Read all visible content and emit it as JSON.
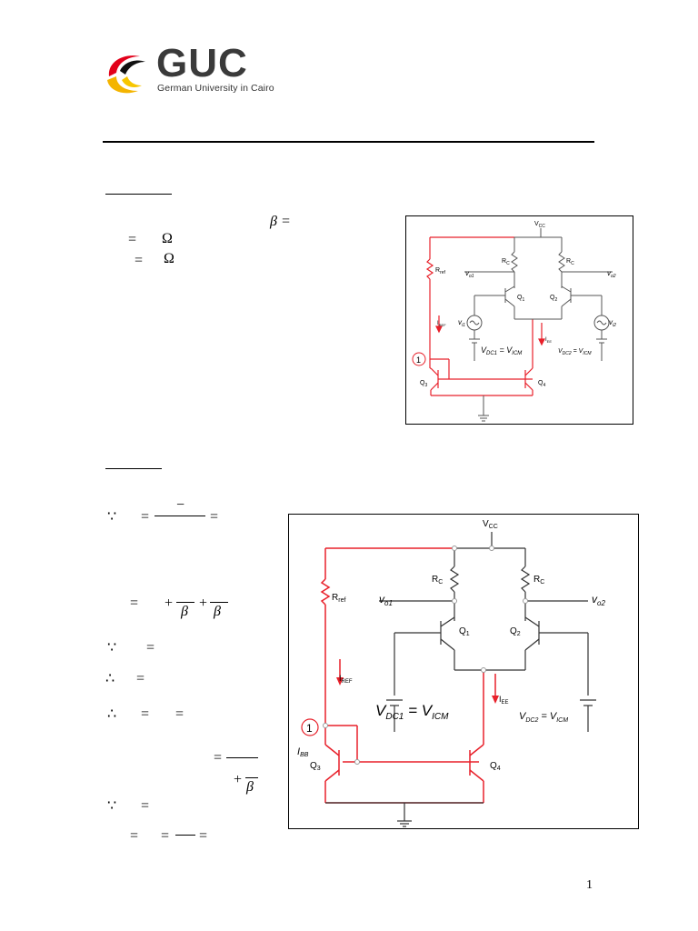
{
  "header": {
    "logo_text": "GUC",
    "logo_subtitle": "German University in Cairo"
  },
  "problem_section": {
    "beta_eq": "β =",
    "eq1": "=",
    "ohm1": "Ω",
    "eq2": "=",
    "ohm2": "Ω"
  },
  "solution_section": {
    "because1": "∵",
    "eq_a": "=",
    "minus": "−",
    "eq_b": "=",
    "eq_c": "=",
    "plus1": "+",
    "beta1": "β",
    "plus2": "+",
    "beta2": "β",
    "because2": "∵",
    "eq_d": "=",
    "therefore1": "∴",
    "eq_e": "=",
    "therefore2": "∴",
    "eq_f": "=",
    "eq_g": "=",
    "eq_h": "=",
    "plus3": "+",
    "beta3": "β",
    "because3": "∵",
    "eq_i": "=",
    "eq_j": "=",
    "eq_k": "=",
    "eq_l": "="
  },
  "circuit_small": {
    "vcc": "V",
    "vcc_sub": "CC",
    "rref": "R",
    "rref_sub": "ref",
    "rc1": "R",
    "rc1_sub": "C",
    "rc2": "R",
    "rc2_sub": "C",
    "vo1": "v",
    "vo1_sub": "o1",
    "vo2": "v",
    "vo2_sub": "o2",
    "q1": "Q",
    "q1_sub": "1",
    "q2": "Q",
    "q2_sub": "2",
    "q3": "Q",
    "q3_sub": "3",
    "q4": "Q",
    "q4_sub": "4",
    "vi1": "v",
    "vi1_sub": "i1",
    "vi2": "v",
    "vi2_sub": "i2",
    "iref": "I",
    "iref_sub": "REF",
    "iee": "I",
    "iee_sub": "EE",
    "vdc1": "V",
    "vdc1_sub": "DC1",
    "vicm": "V",
    "vicm_sub": "ICM",
    "vdc2": "V",
    "vdc2_sub": "DC2",
    "vicm2": "V",
    "vicm2_sub": "ICM",
    "node_marker": "1"
  },
  "circuit_large": {
    "vcc": "V",
    "vcc_sub": "CC",
    "rref": "R",
    "rref_sub": "ref",
    "rc1": "R",
    "rc1_sub": "C",
    "rc2": "R",
    "rc2_sub": "C",
    "vo1": "v",
    "vo1_sub": "o1",
    "vo2": "v",
    "vo2_sub": "o2",
    "q1": "Q",
    "q1_sub": "1",
    "q2": "Q",
    "q2_sub": "2",
    "q3": "Q",
    "q3_sub": "3",
    "q4": "Q",
    "q4_sub": "4",
    "iref": "I",
    "iref_sub": "REF",
    "iee": "I",
    "iee_sub": "EE",
    "vdc1": "V",
    "vdc1_sub": "DC1",
    "vicm": "V",
    "vicm_sub": "ICM",
    "vdc2": "V",
    "vdc2_sub": "DC2",
    "vicm2": "V",
    "vicm2_sub": "ICM",
    "node_marker": "1",
    "ibb": "I",
    "ibb_sub": "BB"
  },
  "footer": {
    "page_number": "1"
  }
}
